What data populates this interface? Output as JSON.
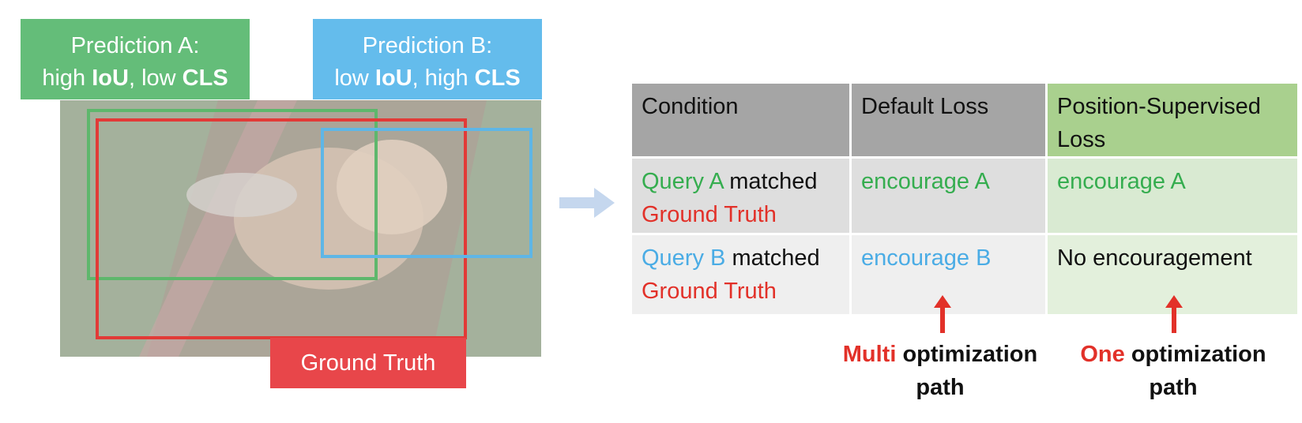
{
  "prediction_a": {
    "line1": "Prediction A:",
    "high": "high",
    "iou": "IoU",
    "comma_low": ", low",
    "cls": "CLS"
  },
  "prediction_b": {
    "line1": "Prediction B:",
    "low": "low",
    "iou": "IoU",
    "comma_high": ", high",
    "cls": "CLS"
  },
  "ground_truth_label": "Ground Truth",
  "colors": {
    "green": "#64bd79",
    "blue": "#64bcec",
    "red": "#e8464a",
    "header_gray": "#a5a5a5",
    "header_green": "#a9d08e",
    "arrow": "#c5d7ee"
  },
  "table": {
    "headers": [
      "Condition",
      "Default Loss",
      "Position-Supervised Loss"
    ],
    "row1": {
      "query": "Query A",
      "matched": "matched",
      "gt": "Ground Truth",
      "default": "encourage A",
      "ps": "encourage A"
    },
    "row2": {
      "query": "Query B",
      "matched": "matched",
      "gt": "Ground Truth",
      "default": "encourage B",
      "ps": "No encouragement"
    }
  },
  "notes": {
    "left": {
      "emph": "Multi",
      "rest": "optimization",
      "line2": "path"
    },
    "right": {
      "emph": "One",
      "rest": "optimization",
      "line2": "path"
    }
  }
}
